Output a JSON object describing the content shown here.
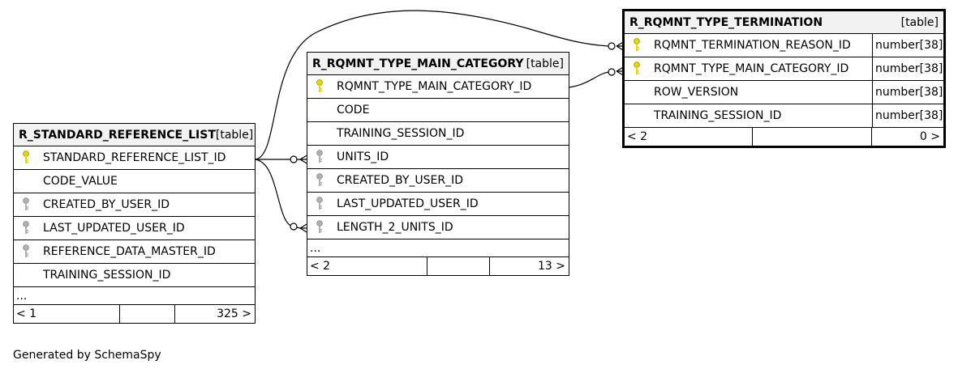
{
  "footer_text": "Generated by SchemaSpy",
  "tables": {
    "std": {
      "name": "R_STANDARD_REFERENCE_LIST",
      "kind": "[table]",
      "columns": [
        {
          "name": "STANDARD_REFERENCE_LIST_ID",
          "key": "primary"
        },
        {
          "name": "CODE_VALUE",
          "key": "none"
        },
        {
          "name": "CREATED_BY_USER_ID",
          "key": "foreign"
        },
        {
          "name": "LAST_UPDATED_USER_ID",
          "key": "foreign"
        },
        {
          "name": "REFERENCE_DATA_MASTER_ID",
          "key": "foreign"
        },
        {
          "name": "TRAINING_SESSION_ID",
          "key": "none"
        }
      ],
      "more": "...",
      "parents": "< 1",
      "children": "325 >"
    },
    "main": {
      "name": "R_RQMNT_TYPE_MAIN_CATEGORY",
      "kind": "[table]",
      "columns": [
        {
          "name": "RQMNT_TYPE_MAIN_CATEGORY_ID",
          "key": "primary"
        },
        {
          "name": "CODE",
          "key": "none"
        },
        {
          "name": "TRAINING_SESSION_ID",
          "key": "none"
        },
        {
          "name": "UNITS_ID",
          "key": "foreign"
        },
        {
          "name": "CREATED_BY_USER_ID",
          "key": "foreign"
        },
        {
          "name": "LAST_UPDATED_USER_ID",
          "key": "foreign"
        },
        {
          "name": "LENGTH_2_UNITS_ID",
          "key": "foreign"
        }
      ],
      "more": "...",
      "parents": "< 2",
      "children": "13 >"
    },
    "term": {
      "name": "R_RQMNT_TYPE_TERMINATION",
      "kind": "[table]",
      "columns": [
        {
          "name": "RQMNT_TERMINATION_REASON_ID",
          "type": "number[38]",
          "key": "primary"
        },
        {
          "name": "RQMNT_TYPE_MAIN_CATEGORY_ID",
          "type": "number[38]",
          "key": "primary"
        },
        {
          "name": "ROW_VERSION",
          "type": "number[38]",
          "key": "none"
        },
        {
          "name": "TRAINING_SESSION_ID",
          "type": "number[38]",
          "key": "none"
        }
      ],
      "parents": "< 2",
      "children": "0 >"
    }
  },
  "colors": {
    "primary_key": "#e8d800",
    "foreign_key": "#b0b0b0",
    "header_bg": "#f2f2f2",
    "line": "#000000"
  },
  "key_icons": {
    "primary": "key-icon",
    "foreign": "key-icon"
  }
}
